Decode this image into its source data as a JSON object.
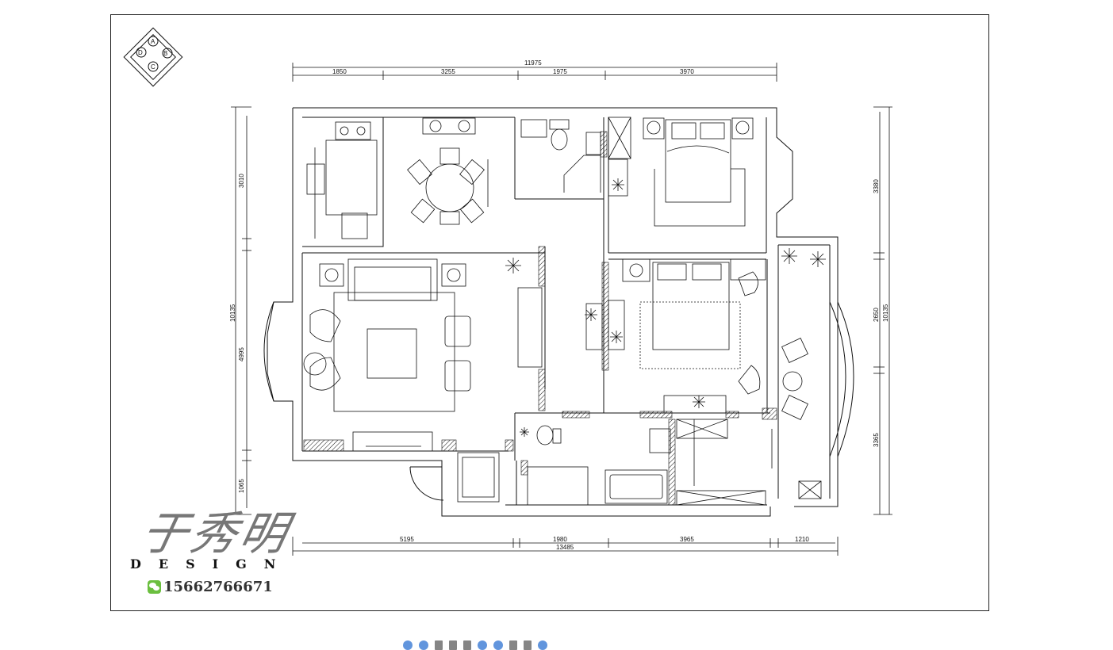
{
  "compass": {
    "labels": [
      "A",
      "B",
      "C",
      "D"
    ]
  },
  "dims": {
    "top_total": "11975",
    "top_segments": [
      "1850",
      "3255",
      "1975",
      "3970"
    ],
    "bottom_total": "13485",
    "bottom_segments": [
      "5195",
      "1980",
      "3965",
      "1210"
    ],
    "left_total": "10135",
    "left_segments": [
      "3010",
      "4995",
      "1065"
    ],
    "right_total": "10135",
    "right_segments": [
      "3380",
      "2650",
      "3365"
    ]
  },
  "logo": {
    "cn": "于秀明",
    "design": "DESIGN",
    "phone": "15662766671"
  },
  "toolbar": {
    "icons": [
      "zoom-in-icon",
      "zoom-out-icon",
      "first-page-icon",
      "prev-page-icon",
      "next-page-icon",
      "last-page-icon",
      "rotate-icon",
      "print-icon",
      "save-icon",
      "help-icon"
    ]
  },
  "colors": {
    "line": "#111111",
    "logo_gray": "#777777",
    "wechat": "#6bbf3f"
  }
}
